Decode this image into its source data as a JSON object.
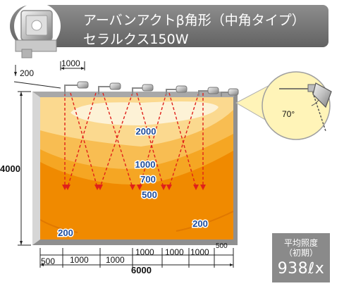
{
  "header": {
    "product_line": "アーバンアクトβ角形（中角タイプ）",
    "lamp": "セラルクス150W"
  },
  "dimensions": {
    "offset": "200",
    "spacing": "1000",
    "height": "4000",
    "total_width": "6000",
    "bottom_segments": [
      "500",
      "1000",
      "1000",
      "1000",
      "1000",
      "1000",
      "500"
    ]
  },
  "contours": {
    "c2000": "2000",
    "c1000": "1000",
    "c700": "700",
    "c500": "500",
    "c200_left": "200",
    "c200_right": "200"
  },
  "angle": "70°",
  "illuminance": {
    "label_line1": "平均照度",
    "label_line2": "（初期）",
    "value": "938ℓx"
  },
  "colors": {
    "header_bg": "#7a7a7a",
    "band_500": "#f08a00",
    "band_700": "#f5a623",
    "band_1000": "#f8bd52",
    "band_2000": "#fbd98f",
    "peak": "#fdf2d6",
    "contour_label": "#1f4e9c",
    "beam": "#e0201a"
  }
}
